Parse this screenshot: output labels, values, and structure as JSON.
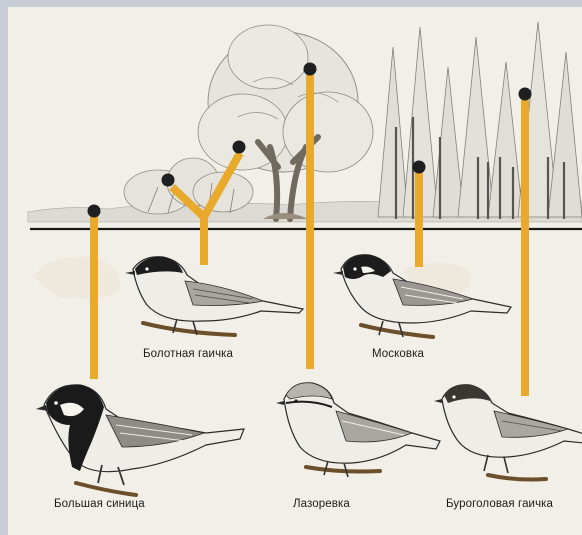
{
  "colors": {
    "pole": "#e9a92a",
    "pole_cap": "#1f1f1f",
    "ground_line": "#1a1a1a",
    "paper": "#f2efe8"
  },
  "captions": {
    "marsh_tit": "Болотная гаичка",
    "coal_tit": "Московка",
    "great_tit": "Большая синица",
    "blue_tit": "Лазоревка",
    "willow_tit": "Буроголовая гаичка"
  }
}
